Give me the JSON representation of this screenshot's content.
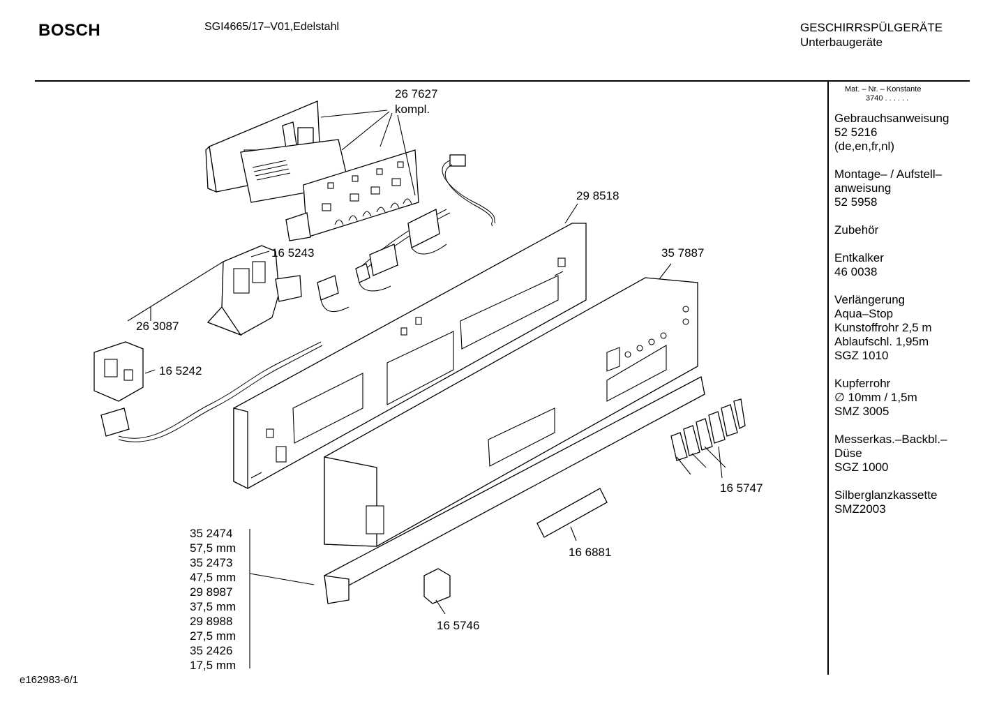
{
  "header": {
    "brand": "BOSCH",
    "model": "SGI4665/17–V01,Edelstahl",
    "category_line1": "GESCHIRRSPÜLGERÄTE",
    "category_line2": "Unterbaugeräte"
  },
  "footer": {
    "drawing_id": "e162983-6/1"
  },
  "sidebar": {
    "header": "Mat. – Nr. – Konstante",
    "constant": "3740  .  .  .  .  .  .",
    "sections": [
      [
        "Gebrauchsanweisung",
        "52 5216",
        "(de,en,fr,nl)"
      ],
      [
        "Montage– / Aufstell–",
        "anweisung",
        "52 5958"
      ],
      [
        "Zubehör"
      ],
      [
        "Entkalker",
        "46 0038"
      ],
      [
        "Verlängerung",
        "Aqua–Stop",
        "Kunstoffrohr 2,5 m",
        "Ablaufschl. 1,95m",
        "SGZ 1010"
      ],
      [
        "Kupferrohr",
        "∅ 10mm / 1,5m",
        "SMZ 3005"
      ],
      [
        "Messerkas.–Backbl.–",
        "Düse",
        "SGZ 1000"
      ],
      [
        "Silberglanzkassette",
        "SMZ2003"
      ]
    ]
  },
  "parts": {
    "p267627": "26 7627",
    "p267627_note": "kompl.",
    "p298518": "29 8518",
    "p165243": "16 5243",
    "p357887": "35 7887",
    "p263087": "26 3087",
    "p165242": "16 5242",
    "p165747": "16 5747",
    "p166881": "16 6881",
    "p165746": "16 5746",
    "trim_list": [
      "35 2474",
      "57,5 mm",
      "35 2473",
      "47,5 mm",
      "29 8987",
      "37,5 mm",
      "29 8988",
      "27,5 mm",
      "35 2426",
      "17,5 mm"
    ]
  }
}
